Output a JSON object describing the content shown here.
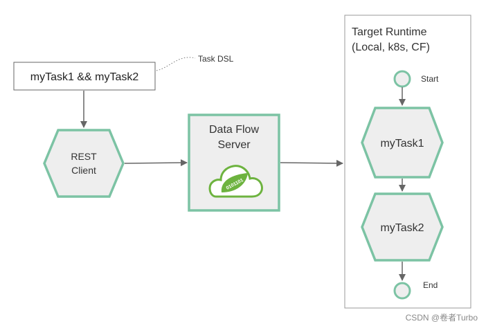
{
  "dsl_box": {
    "text": "myTask1 && myTask2"
  },
  "dsl_note": {
    "text": "Task DSL"
  },
  "rest_client": {
    "line1": "REST",
    "line2": "Client"
  },
  "server": {
    "line1": "Data Flow",
    "line2": "Server",
    "logo_digits": "0101101"
  },
  "runtime": {
    "title_line1": "Target Runtime",
    "title_line2": "(Local, k8s, CF)",
    "start_label": "Start",
    "end_label": "End",
    "tasks": [
      "myTask1",
      "myTask2"
    ]
  },
  "watermark": {
    "text": "CSDN @卷者Turbo"
  },
  "colors": {
    "accent_green": "#7cc3a4",
    "node_fill": "#eeeeee",
    "arrow": "#666666",
    "frame": "#999999",
    "logo_green": "#6db33f"
  },
  "icons": {
    "spring_logo": "cloud-leaf-icon"
  }
}
